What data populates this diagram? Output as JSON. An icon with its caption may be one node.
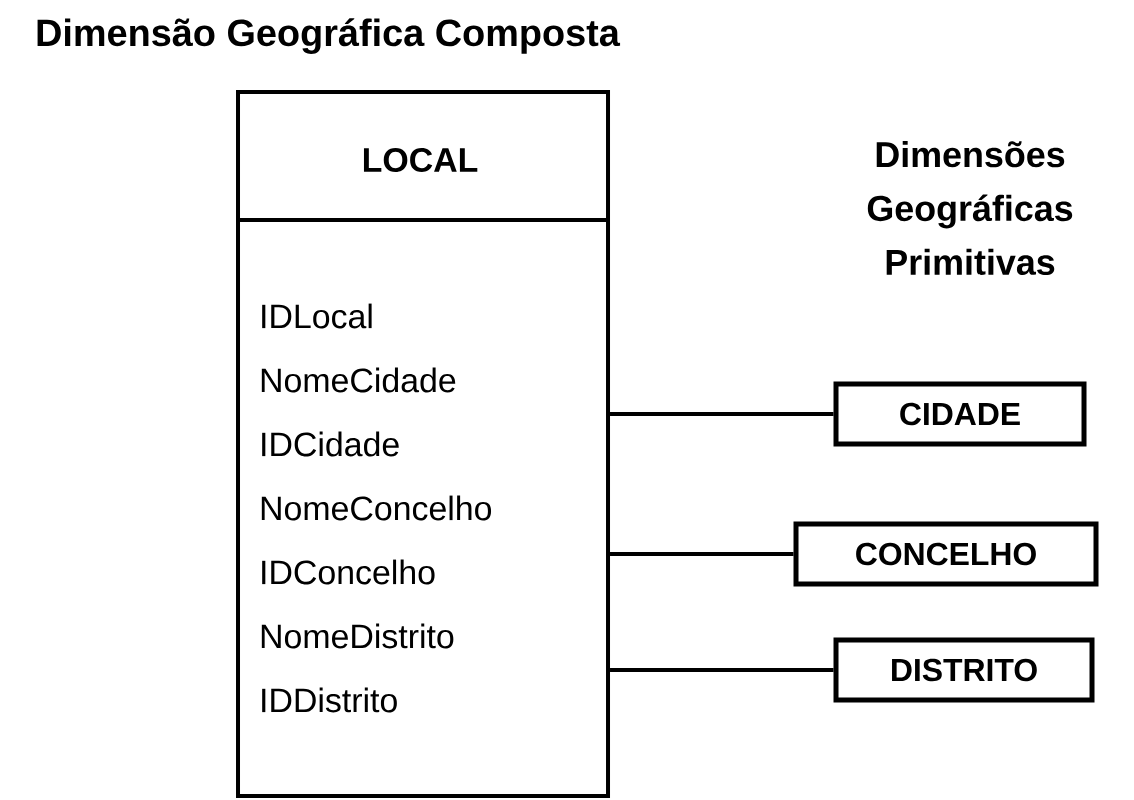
{
  "diagram": {
    "title": "Dimensão Geográfica Composta",
    "nodes": [
      {
        "text": [
          "LOCAL",
          "IDLocal",
          "NomeCidade",
          "IDCidade",
          "NomeConcelho",
          "IDConcelho",
          "NomeDistrito",
          "IDDistrito"
        ]
      },
      {
        "text": [
          "CIDADE"
        ]
      },
      {
        "text": [
          "CONCELHO"
        ]
      },
      {
        "text": [
          "DISTRITO"
        ]
      }
    ],
    "edges": [
      {
        "from": 0,
        "to": 1,
        "arrow": "none"
      },
      {
        "from": 0,
        "to": 2,
        "arrow": "none"
      },
      {
        "from": 0,
        "to": 3,
        "arrow": "none"
      }
    ],
    "labels": [
      "Dimensões Geográficas Primitivas"
    ]
  }
}
